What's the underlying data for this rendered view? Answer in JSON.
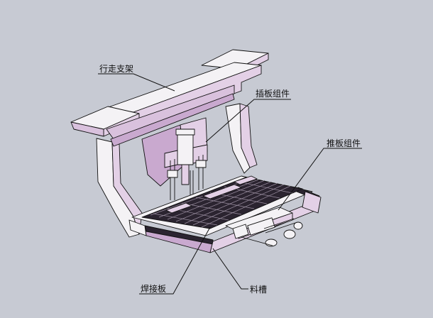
{
  "labels": {
    "walking_support": "行走支架",
    "plug_assembly": "插板组件",
    "push_assembly": "推板组件",
    "welding_plate": "焊接板",
    "trough": "料槽"
  }
}
